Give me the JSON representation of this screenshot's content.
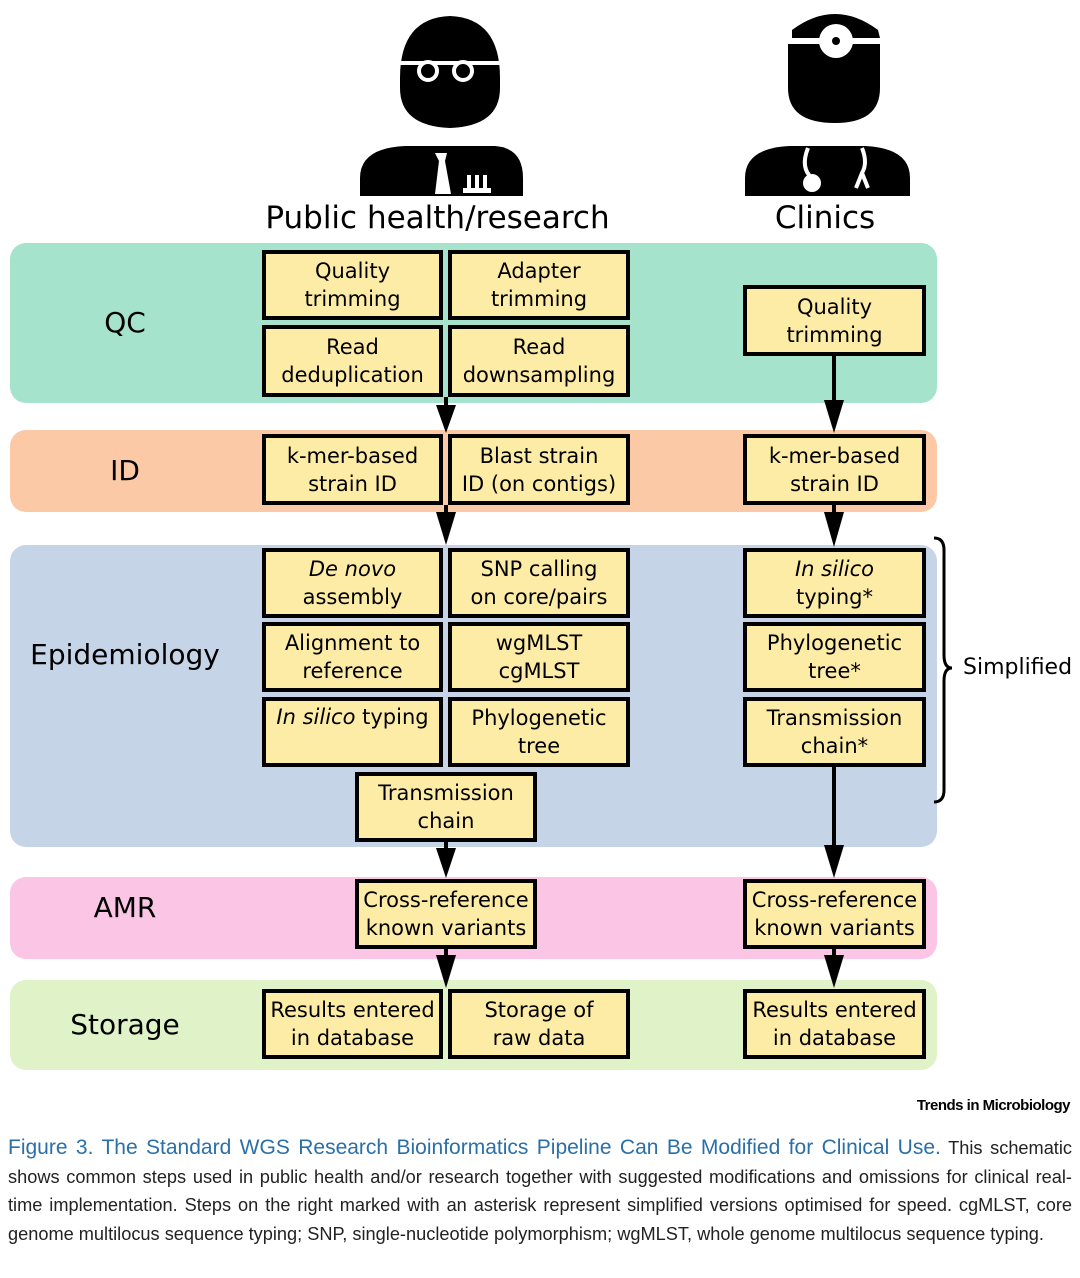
{
  "columns": {
    "left": {
      "title": "Public health/research",
      "icon": "researcher-icon"
    },
    "right": {
      "title": "Clinics",
      "icon": "clinician-icon"
    }
  },
  "bands": {
    "qc": {
      "label": "QC",
      "color": "#a6e3cc"
    },
    "id": {
      "label": "ID",
      "color": "#fcc9a6"
    },
    "epi": {
      "label": "Epidemiology",
      "color": "#c6d4e8"
    },
    "amr": {
      "label": "AMR",
      "color": "#fbc6e6"
    },
    "storage": {
      "label": "Storage",
      "color": "#e0f3c8"
    }
  },
  "box_color": "#fdeca6",
  "left_steps": {
    "qc": {
      "quality_trimming": [
        "Quality",
        "trimming"
      ],
      "adapter_trimming": [
        "Adapter",
        "trimming"
      ],
      "read_dedup": [
        "Read",
        "deduplication"
      ],
      "read_downsampling": [
        "Read",
        "downsampling"
      ]
    },
    "id": {
      "kmer": [
        "k-mer-based",
        "strain ID"
      ],
      "blast": [
        "Blast strain",
        "ID (on contigs)"
      ]
    },
    "epi": {
      "de_novo": [
        "De novo",
        "assembly"
      ],
      "snp": [
        "SNP calling",
        "on core/pairs"
      ],
      "alignment": [
        "Alignment to",
        "reference"
      ],
      "mlst": [
        "wgMLST",
        "cgMLST"
      ],
      "in_silico": [
        "In silico",
        " typing"
      ],
      "phylo": [
        "Phylogenetic",
        "tree"
      ],
      "transmission": [
        "Transmission",
        "chain"
      ]
    },
    "amr": {
      "cross_ref": [
        "Cross-reference",
        "known variants"
      ]
    },
    "storage": {
      "results_db": [
        "Results entered",
        "in database"
      ],
      "raw_data": [
        "Storage of",
        "raw data"
      ]
    }
  },
  "right_steps": {
    "qc": {
      "quality_trimming": [
        "Quality",
        "trimming"
      ]
    },
    "id": {
      "kmer": [
        "k-mer-based",
        "strain ID"
      ]
    },
    "epi": {
      "in_silico": [
        "In silico",
        "typing*"
      ],
      "phylo": [
        "Phylogenetic",
        "tree*"
      ],
      "transmission": [
        "Transmission",
        "chain*"
      ]
    },
    "amr": {
      "cross_ref": [
        "Cross-reference",
        "known variants"
      ]
    },
    "storage": {
      "results_db": [
        "Results entered",
        "in database"
      ]
    }
  },
  "brace_label": "Simplified",
  "journal": "Trends in Microbiology",
  "caption": {
    "title": "Figure 3. The Standard WGS Research Bioinformatics Pipeline Can Be Modified for Clinical Use.",
    "body": " This schematic shows common steps used in public health and/or research together with suggested modifications and omissions for clinical real-time implementation. Steps on the right marked with an asterisk represent simplified versions optimised for speed. cgMLST, core genome multilocus sequence typing; SNP, single-nucleotide polymorphism; wgMLST, whole genome multilocus sequence typing."
  }
}
